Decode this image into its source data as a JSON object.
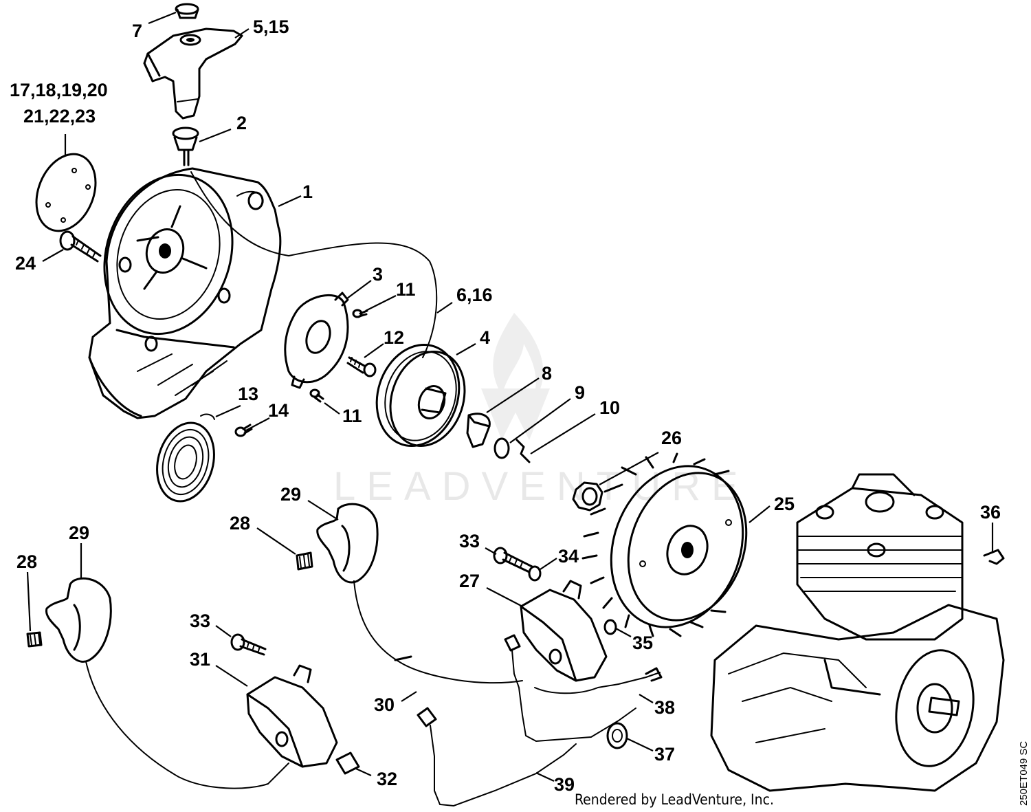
{
  "diagram": {
    "watermark": "LEADVENTURE",
    "credit": "Rendered by LeadVenture, Inc.",
    "figure_code": "250ET049 SC",
    "callouts": [
      {
        "id": "c7",
        "label": "7"
      },
      {
        "id": "c5-15",
        "label": "5,15"
      },
      {
        "id": "c17-20",
        "label": "17,18,19,20"
      },
      {
        "id": "c21-23",
        "label": "21,22,23"
      },
      {
        "id": "c2",
        "label": "2"
      },
      {
        "id": "c1",
        "label": "1"
      },
      {
        "id": "c24",
        "label": "24"
      },
      {
        "id": "c3",
        "label": "3"
      },
      {
        "id": "c11a",
        "label": "11"
      },
      {
        "id": "c6-16",
        "label": "6,16"
      },
      {
        "id": "c12",
        "label": "12"
      },
      {
        "id": "c4",
        "label": "4"
      },
      {
        "id": "c8",
        "label": "8"
      },
      {
        "id": "c9",
        "label": "9"
      },
      {
        "id": "c10",
        "label": "10"
      },
      {
        "id": "c11b",
        "label": "11"
      },
      {
        "id": "c13",
        "label": "13"
      },
      {
        "id": "c14",
        "label": "14"
      },
      {
        "id": "c26",
        "label": "26"
      },
      {
        "id": "c25",
        "label": "25"
      },
      {
        "id": "c29a",
        "label": "29"
      },
      {
        "id": "c28a",
        "label": "28"
      },
      {
        "id": "c29b",
        "label": "29"
      },
      {
        "id": "c28b",
        "label": "28"
      },
      {
        "id": "c36",
        "label": "36"
      },
      {
        "id": "c33a",
        "label": "33"
      },
      {
        "id": "c34",
        "label": "34"
      },
      {
        "id": "c27",
        "label": "27"
      },
      {
        "id": "c35",
        "label": "35"
      },
      {
        "id": "c33b",
        "label": "33"
      },
      {
        "id": "c31",
        "label": "31"
      },
      {
        "id": "c30",
        "label": "30"
      },
      {
        "id": "c38",
        "label": "38"
      },
      {
        "id": "c37",
        "label": "37"
      },
      {
        "id": "c32",
        "label": "32"
      },
      {
        "id": "c39",
        "label": "39"
      }
    ]
  }
}
